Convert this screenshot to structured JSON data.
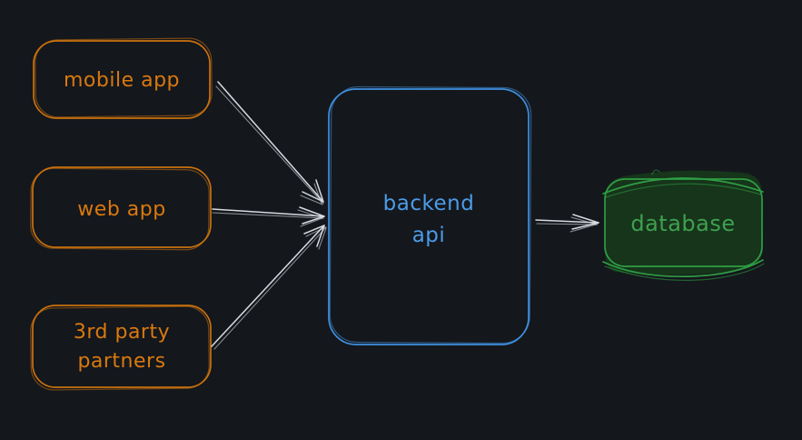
{
  "diagram": {
    "background": "#14171c",
    "arrow_color": "#d6dbe0",
    "nodes": [
      {
        "id": "mobile-app",
        "label": "mobile app",
        "shape": "rounded-rectangle",
        "stroke": "#c9710e",
        "fill": "#33240a",
        "text_color": "#d9790f"
      },
      {
        "id": "web-app",
        "label": "web app",
        "shape": "rounded-rectangle",
        "stroke": "#c9710e",
        "fill": "#33240a",
        "text_color": "#d9790f"
      },
      {
        "id": "third-party-partners",
        "label": "3rd party partners",
        "label_line1": "3rd party",
        "label_line2": "partners",
        "shape": "rounded-rectangle",
        "stroke": "#c9710e",
        "fill": "#33240a",
        "text_color": "#d9790f"
      },
      {
        "id": "backend-api",
        "label": "backend api",
        "label_line1": "backend",
        "label_line2": "api",
        "shape": "rounded-rectangle",
        "stroke": "#3f8fdd",
        "fill": "#1d4a75",
        "text_color": "#4c9be8"
      },
      {
        "id": "database",
        "label": "database",
        "shape": "cylinder",
        "stroke": "#2f9e44",
        "fill": "#16351b",
        "text_color": "#3fa04f"
      }
    ],
    "edges": [
      {
        "from": "mobile-app",
        "to": "backend-api"
      },
      {
        "from": "web-app",
        "to": "backend-api"
      },
      {
        "from": "third-party-partners",
        "to": "backend-api"
      },
      {
        "from": "backend-api",
        "to": "database"
      }
    ]
  }
}
